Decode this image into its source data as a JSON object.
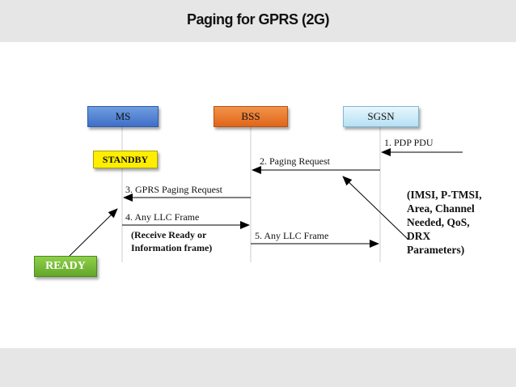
{
  "title": "Paging for GPRS (2G)",
  "entities": {
    "ms": "MS",
    "bss": "BSS",
    "sgsn": "SGSN"
  },
  "states": {
    "standby": "STANDBY",
    "ready": "READY"
  },
  "messages": {
    "m1": "1. PDP PDU",
    "m2": "2. Paging Request",
    "m3": "3. GPRS Paging Request",
    "m4": "4. Any LLC Frame",
    "m5": "5. Any LLC Frame"
  },
  "note_lines": [
    "(Receive Ready or",
    "Information frame)"
  ],
  "params_lines": [
    "(IMSI, P-TMSI,",
    "Area, Channel",
    "Needed, QoS,",
    "DRX",
    "Parameters)"
  ],
  "colors": {
    "ms": "#4a7bd0",
    "bss": "#e8742a",
    "sgsn": "#c6e8f7",
    "standby": "#ffee00",
    "ready": "#76b83a"
  }
}
